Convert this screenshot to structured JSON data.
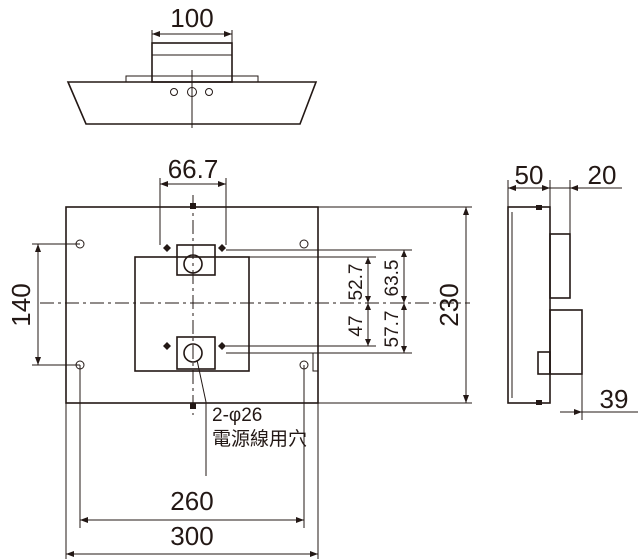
{
  "top_view": {
    "width_dim": "100"
  },
  "front_view": {
    "hole_spacing_dim": "66.7",
    "left_height_dim": "140",
    "overall_height_dim": "230",
    "dim_52_7": "52.7",
    "dim_63_5": "63.5",
    "dim_47": "47",
    "dim_57_7": "57.7",
    "inner_width_dim": "260",
    "overall_width_dim": "300",
    "hole_note_line1": "2-φ26",
    "hole_note_line2": "電源線用穴"
  },
  "side_view": {
    "depth_dim": "50",
    "offset_dim": "20",
    "bottom_dim": "39"
  },
  "colors": {
    "line": "#231815",
    "background": "#ffffff"
  }
}
